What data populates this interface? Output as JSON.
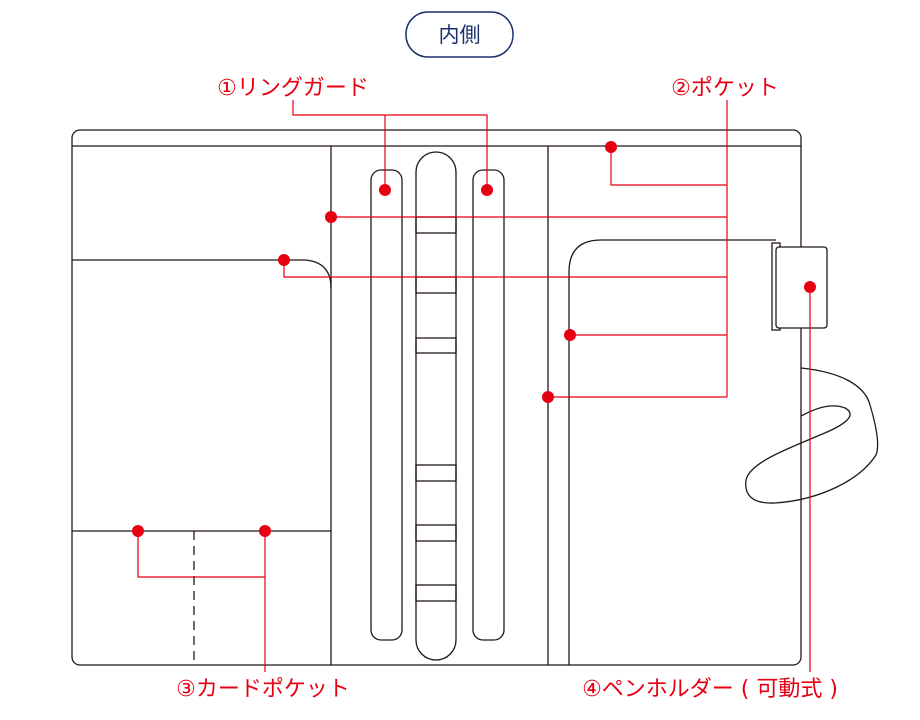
{
  "title": "内側",
  "labels": {
    "ring_guard": "①リングガード",
    "pocket": "②ポケット",
    "card_pocket": "③カードポケット",
    "pen_holder": "④ペンホルダー ( 可動式 )"
  },
  "colors": {
    "accent": "#e60012",
    "title": "#1d2f6f",
    "line": "#231815"
  }
}
